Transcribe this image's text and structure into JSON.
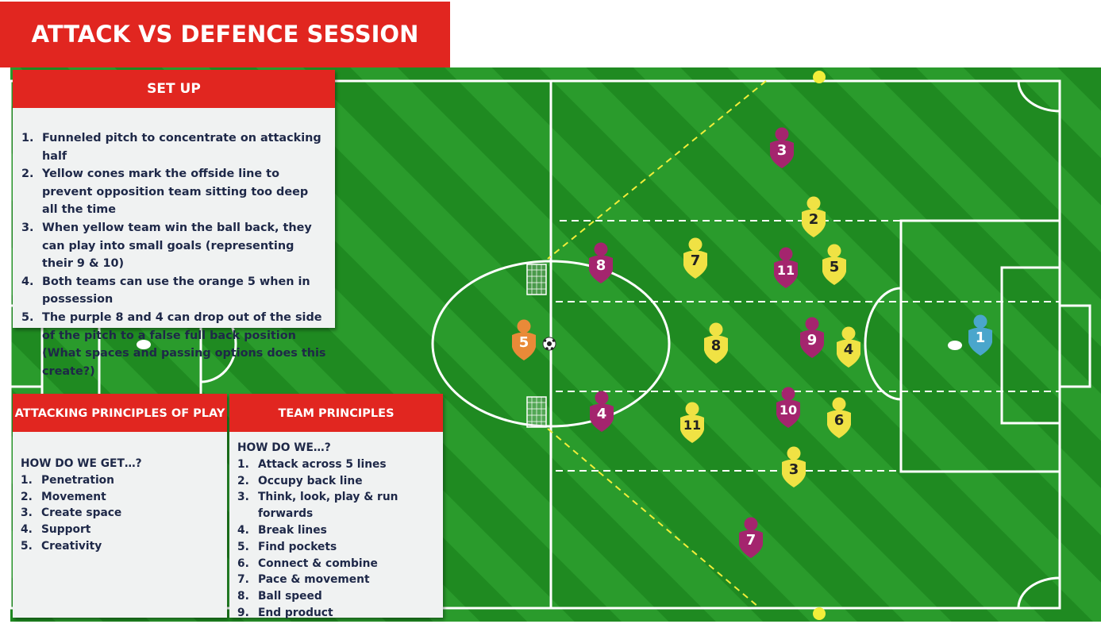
{
  "title": "ATTACK VS DEFENCE SESSION",
  "setup": {
    "heading": "SET UP",
    "items": [
      {
        "num": "1.",
        "text": "Funneled pitch to concentrate on attacking half"
      },
      {
        "num": "2.",
        "text": "Yellow cones mark the offside line to prevent opposition team sitting too deep all the time"
      },
      {
        "num": "3.",
        "text": "When yellow team win the ball back, they can play into small goals (representing their 9 & 10)"
      },
      {
        "num": "4.",
        "text": "Both teams can use the orange 5 when in possession"
      },
      {
        "num": "5.",
        "text": "The purple 8 and 4 can drop out of the side of the pitch to a false full back position (What spaces and passing options does this create?)"
      }
    ]
  },
  "attacking": {
    "heading": "ATTACKING PRINCIPLES OF PLAY",
    "subheading": "HOW DO WE GET…?",
    "items": [
      {
        "num": "1.",
        "text": "Penetration"
      },
      {
        "num": "2.",
        "text": "Movement"
      },
      {
        "num": "3.",
        "text": "Create space"
      },
      {
        "num": "4.",
        "text": "Support"
      },
      {
        "num": "5.",
        "text": "Creativity"
      }
    ]
  },
  "team": {
    "heading": "TEAM PRINCIPLES",
    "subheading": "HOW DO WE…?",
    "items": [
      {
        "num": "1.",
        "text": "Attack across 5 lines"
      },
      {
        "num": "2.",
        "text": "Occupy back line"
      },
      {
        "num": "3.",
        "text": "Think, look, play & run forwards"
      },
      {
        "num": "4.",
        "text": "Break lines"
      },
      {
        "num": "5.",
        "text": "Find pockets"
      },
      {
        "num": "6.",
        "text": "Connect & combine"
      },
      {
        "num": "7.",
        "text": "Pace & movement"
      },
      {
        "num": "8.",
        "text": "Ball speed"
      },
      {
        "num": "9.",
        "text": "End product"
      }
    ]
  },
  "colors": {
    "red": "#e12620",
    "grass_dark": "#1f8a21",
    "grass_light": "#2a9b2c",
    "purple": "#a4256e",
    "yellow": "#f0e244",
    "orange": "#e98a38",
    "blue": "#4aa6cc",
    "cone": "#f2ee3a"
  },
  "players": [
    {
      "team": "purple",
      "label": "3"
    },
    {
      "team": "yellow",
      "label": "2"
    },
    {
      "team": "purple",
      "label": "8"
    },
    {
      "team": "yellow",
      "label": "7"
    },
    {
      "team": "purple",
      "label": "11"
    },
    {
      "team": "yellow",
      "label": "5"
    },
    {
      "team": "orange",
      "label": "5"
    },
    {
      "team": "yellow",
      "label": "8"
    },
    {
      "team": "purple",
      "label": "9"
    },
    {
      "team": "yellow",
      "label": "4"
    },
    {
      "team": "blue",
      "label": "1"
    },
    {
      "team": "purple",
      "label": "4"
    },
    {
      "team": "yellow",
      "label": "11"
    },
    {
      "team": "purple",
      "label": "10"
    },
    {
      "team": "yellow",
      "label": "6"
    },
    {
      "team": "yellow",
      "label": "3"
    },
    {
      "team": "purple",
      "label": "7"
    }
  ]
}
